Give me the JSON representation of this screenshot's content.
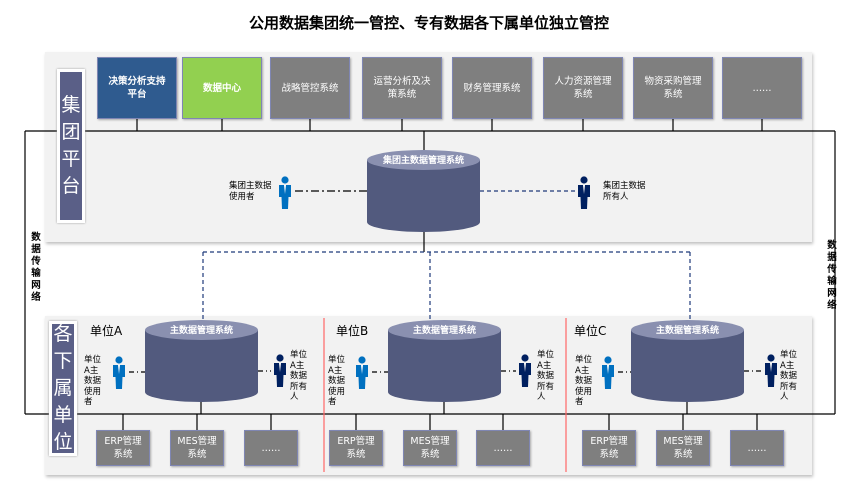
{
  "title": "公用数据集团统一管控、专有数据各下属单位独立管控",
  "group": {
    "label": "集团平台",
    "systems": [
      {
        "label": "决策分析支持平台",
        "color": "#2f5b8f"
      },
      {
        "label": "数据中心",
        "color": "#92d050"
      },
      {
        "label": "战略管控系统",
        "color": "#7f7f7f"
      },
      {
        "label": "运营分析及决策系统",
        "color": "#7f7f7f"
      },
      {
        "label": "财务管理系统",
        "color": "#7f7f7f"
      },
      {
        "label": "人力资源管理系统",
        "color": "#7f7f7f"
      },
      {
        "label": "物资采购管理系统",
        "color": "#7f7f7f"
      },
      {
        "label": "……",
        "color": "#7f7f7f"
      }
    ],
    "mdm": "集团主数据管理系统",
    "user": "集团主数据使用者",
    "owner": "集团主数据所有人"
  },
  "network_label": "数据传输网络",
  "subsidiary": {
    "label": "各下属单位",
    "units": [
      {
        "name": "单位A",
        "mdm": "主数据管理系统",
        "user": "单位A主数据使用者",
        "owner": "单位A主数据所有人",
        "systems": [
          "ERP管理系统",
          "MES管理系统",
          "……"
        ]
      },
      {
        "name": "单位B",
        "mdm": "主数据管理系统",
        "user": "单位A主数据使用者",
        "owner": "单位A主数据所有人",
        "systems": [
          "ERP管理系统",
          "MES管理系统",
          "……"
        ]
      },
      {
        "name": "单位C",
        "mdm": "主数据管理系统",
        "user": "单位A主数据使用者",
        "owner": "单位A主数据所有人",
        "systems": [
          "ERP管理系统",
          "MES管理系统",
          "……"
        ]
      }
    ]
  },
  "colors": {
    "cylinder": "#525a7e",
    "cylinder_top": "#8a90b0",
    "user": "#0070c0",
    "owner": "#002060",
    "divider": "#ff6666",
    "dashed": "#1f3a7a"
  }
}
